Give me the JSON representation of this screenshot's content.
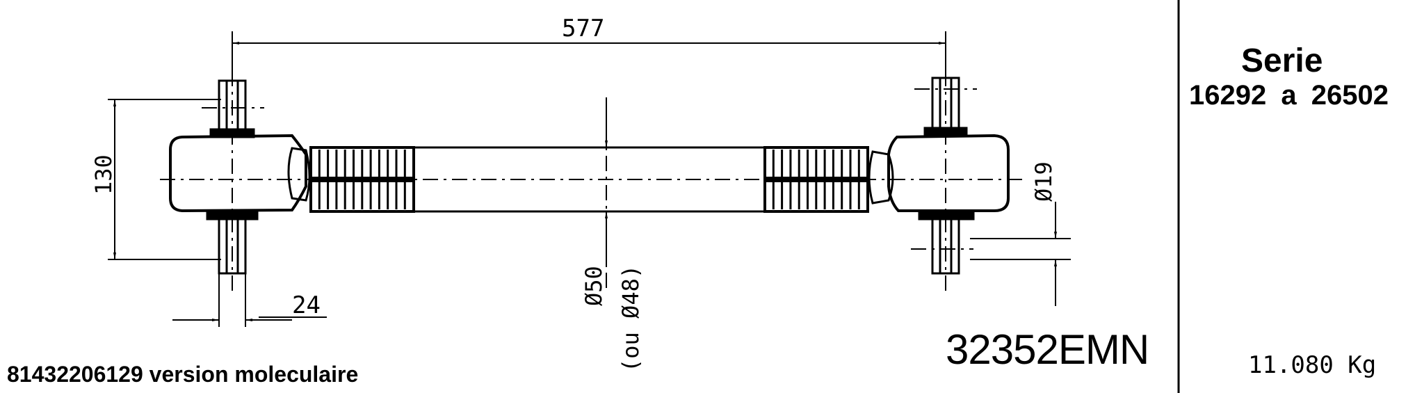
{
  "dimensions": {
    "length": "577",
    "height": "130",
    "pin_width": "24",
    "hole_diameter": "Ø19",
    "tube_diameter": "Ø50",
    "tube_diameter_alt": "(ou Ø48)"
  },
  "part_number": "32352EMN",
  "reference_line": "81432206129 version moleculaire",
  "serie": {
    "title": "Serie",
    "range": "16292 a 26502"
  },
  "weight": "11.080 Kg"
}
